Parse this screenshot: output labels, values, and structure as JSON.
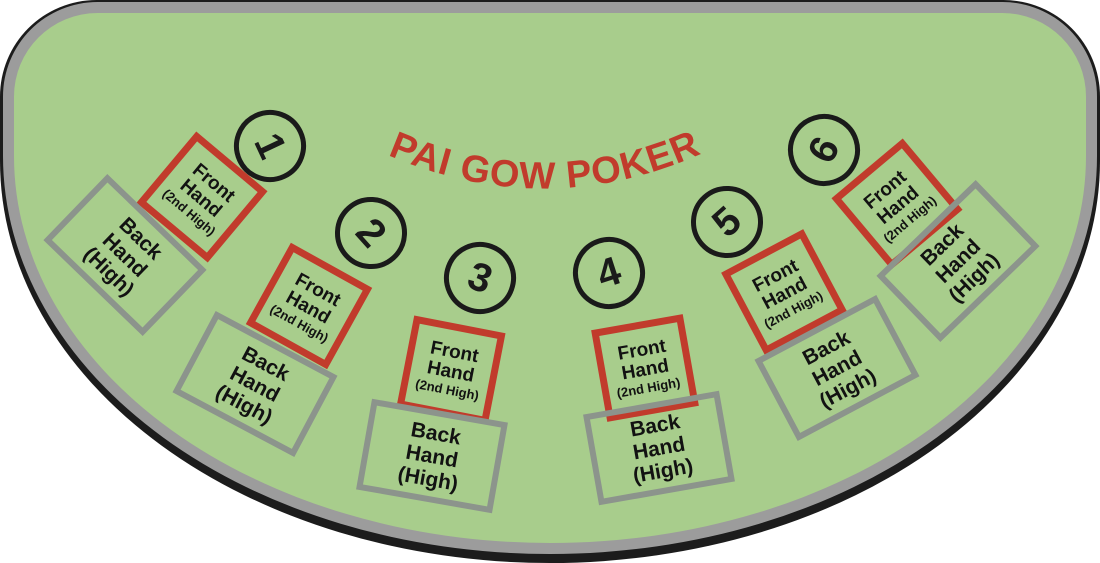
{
  "title": "PAI GOW POKER",
  "colors": {
    "felt_green": "#a8cd8c",
    "table_border_gray": "#9c9c9c",
    "accent_red": "#c13b2c",
    "box_border_gray": "#8c948c",
    "ink_black": "#1a1a1a"
  },
  "front_box": {
    "line1": "Front",
    "line2": "Hand",
    "line3": "(2nd High)"
  },
  "back_box": {
    "line1": "Back",
    "line2": "Hand",
    "line3": "(High)"
  },
  "seats": [
    {
      "number": "1"
    },
    {
      "number": "2"
    },
    {
      "number": "3"
    },
    {
      "number": "4"
    },
    {
      "number": "5"
    },
    {
      "number": "6"
    }
  ]
}
